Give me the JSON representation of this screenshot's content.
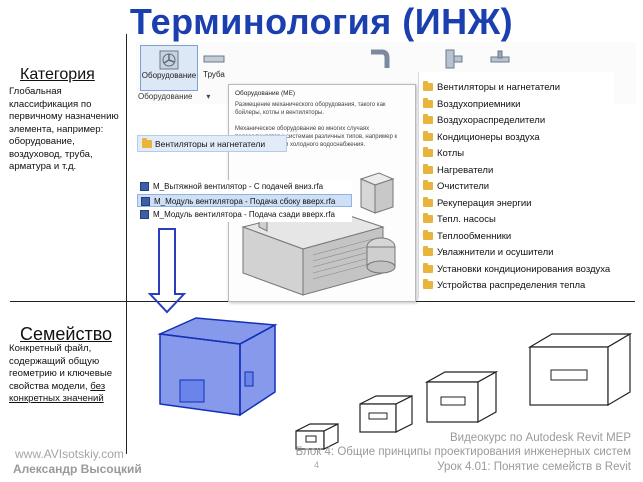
{
  "title": "Терминология (ИНЖ)",
  "category": {
    "heading": "Категория",
    "desc_lines": [
      "Глобальная",
      "классификация по",
      "первичному назначению",
      "элемента, например:",
      "оборудование,",
      "воздуховод, труба,",
      "арматура и т.д."
    ]
  },
  "family": {
    "heading": "Семейство",
    "desc_lines": [
      "Конкретный файл,",
      "содержащий общую",
      "геометрию и ключевые",
      "свойства модели,"
    ],
    "desc_tail_plain": "свойства модели, ",
    "desc_tail_u": "без",
    "desc_last_u": "конкретных значений"
  },
  "ribbon": {
    "equipment_label": "Оборудование",
    "pipe_label": "Труба",
    "group_label": "Оборудование",
    "chevron": "▾"
  },
  "tooltip": {
    "title": "Оборудование (МЕ)",
    "line1": "Размещение механического оборудования, такого как",
    "line2": "бойлеры, котлы и вентиляторы.",
    "line3": "Механическое оборудование во многих случаях",
    "line4": "подсоединяется к системам различных типов, например к",
    "line5": "системе горячего и холодного водоснабжения."
  },
  "categories": [
    "Вентиляторы и нагнетатели",
    "Воздухоприемники",
    "Воздухораспределители",
    "Кондиционеры воздуха",
    "Котлы",
    "Нагреватели",
    "Очистители",
    "Рекуперация энергии",
    "Тепл. насосы",
    "Теплообменники",
    "Увлажнители и осушители",
    "Установки кондиционирования воздуха",
    "Устройства распределения тепла"
  ],
  "popup_folder": "Вентиляторы и нагнетатели",
  "files": [
    "M_Вытяжной вентилятор - С подачей вниз.rfa",
    "M_Модуль вентилятора - Подача сбоку вверх.rfa",
    "M_Модуль вентилятора - Подача сзади вверх.rfa"
  ],
  "selected_file_index": 1,
  "page_number": "4",
  "credits": {
    "site": "www.AVIsotskiy.com",
    "author": "Александр Высоцкий",
    "course1": "Видеокурс по Autodesk Revit MEP",
    "course2": "Блок 4: Общие принципы проектирования инженерных систем",
    "course3": "Урок 4.01: Понятие семейств в Revit"
  },
  "colors": {
    "title": "#1b3fae",
    "family_box": "#1e3fd0",
    "arrow": "#2a3fc0",
    "folder": "#e8b43c",
    "credits": "#9a9a9a"
  }
}
